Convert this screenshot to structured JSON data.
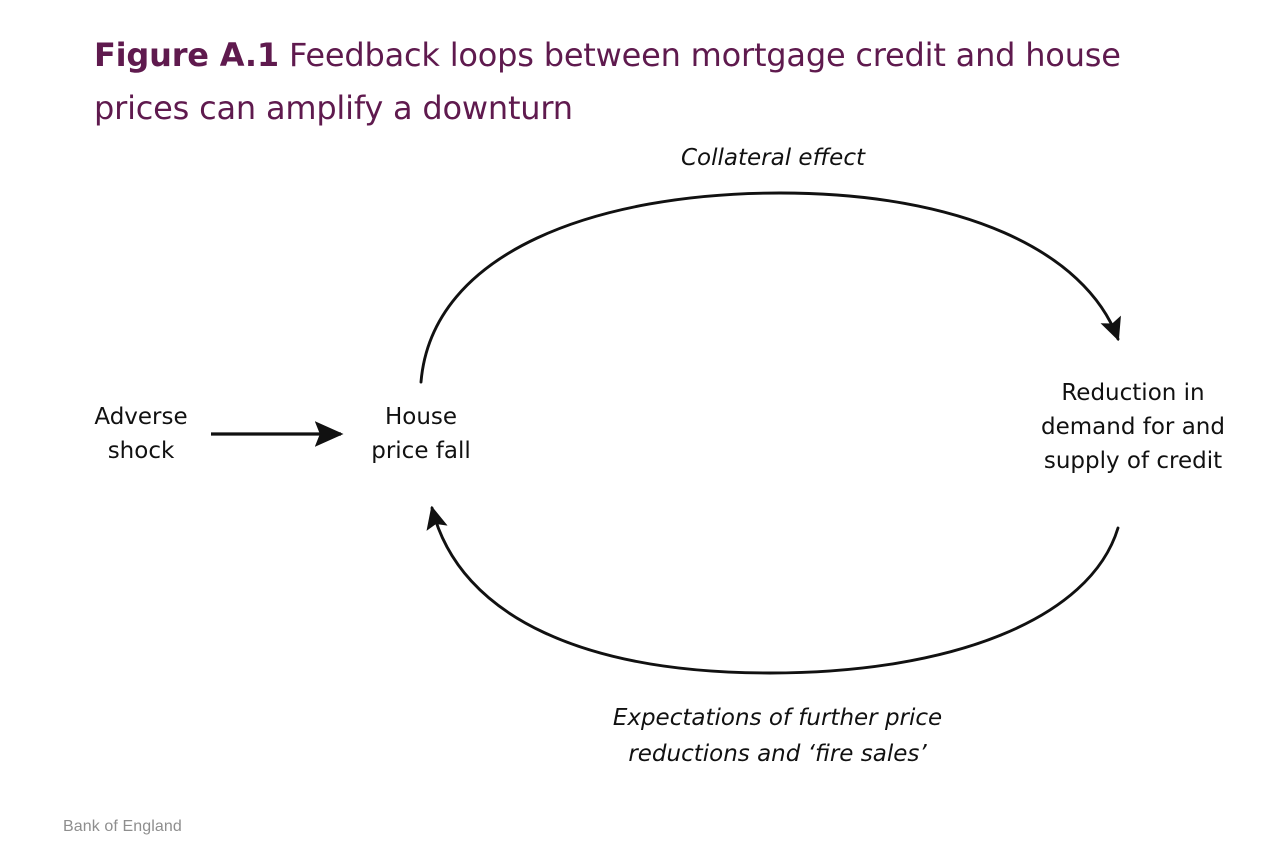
{
  "title": {
    "figure_label": "Figure A.1",
    "text": "Feedback loops between mortgage credit and house prices can amplify a downturn",
    "color": "#5f1a4e"
  },
  "diagram": {
    "type": "feedback-loop",
    "line_color": "#111111",
    "nodes": [
      {
        "id": "adverse-shock",
        "label": "Adverse\nshock"
      },
      {
        "id": "house-price-fall",
        "label": "House\nprice fall"
      },
      {
        "id": "credit",
        "label": "Reduction in\ndemand for and\nsupply of credit"
      }
    ],
    "edges": [
      {
        "id": "shock-to-house",
        "from": "adverse-shock",
        "to": "house-price-fall",
        "label": "",
        "style": "straight-arrow"
      },
      {
        "id": "collateral-effect",
        "from": "house-price-fall",
        "to": "credit",
        "label": "Collateral effect",
        "style": "curved-arrow-top"
      },
      {
        "id": "expectations",
        "from": "credit",
        "to": "house-price-fall",
        "label": "Expectations of further price\nreductions and ‘fire sales’",
        "style": "curved-arrow-bottom"
      }
    ]
  },
  "footer": {
    "source": "Bank of England"
  }
}
